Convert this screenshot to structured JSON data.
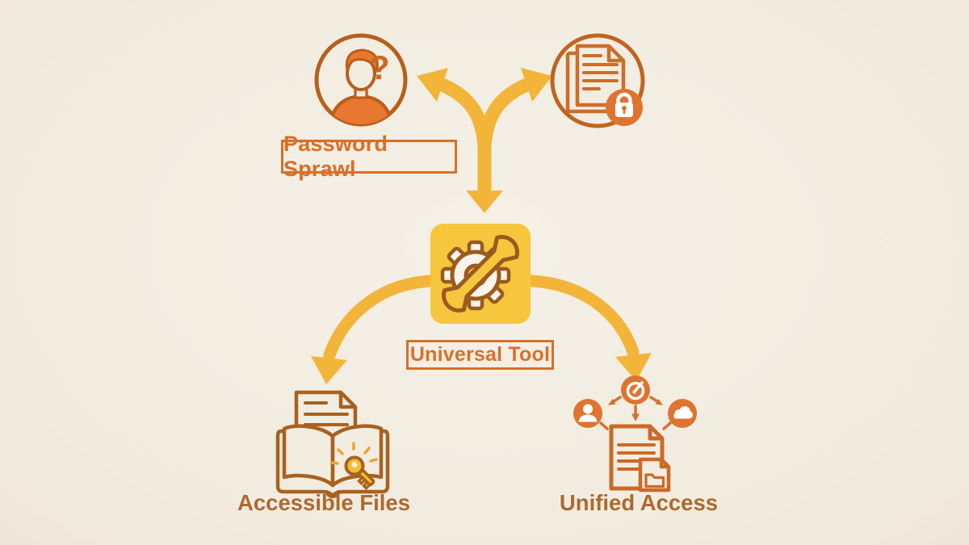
{
  "canvas": {
    "background": "#F2EDE1"
  },
  "palette": {
    "arrow_gold": "#F2B53A",
    "tool_yellow": "#F6C63D",
    "label_orange": "#D8702A",
    "badge_orange": "#DF7430",
    "outline_brown": "#A9611F",
    "label_brown": "#AC6A30",
    "person_orange": "#E8772F",
    "key_gold": "#F0BE35",
    "icon_fill": "#F9F4E9"
  },
  "nodes": {
    "password_sprawl": {
      "label": "Password Sprawl",
      "icon": "confused-user-icon",
      "question_mark": "?"
    },
    "locked_documents": {
      "icon": "locked-documents-icon"
    },
    "universal_tool": {
      "label": "Universal Tool",
      "icon": "gear-wrench-icon"
    },
    "accessible_files": {
      "label": "Accessible Files",
      "icon": "open-book-key-icon"
    },
    "unified_access": {
      "label": "Unified Access",
      "icon": "hub-document-icon"
    }
  },
  "edges": [
    {
      "id": "fork-to-password-sprawl",
      "from": "center-junction",
      "to": "password_sprawl"
    },
    {
      "id": "fork-to-locked-documents",
      "from": "center-junction",
      "to": "locked_documents"
    },
    {
      "id": "fork-to-universal-tool",
      "from": "center-junction",
      "to": "universal_tool"
    },
    {
      "id": "curve-to-accessible-files",
      "from": "universal_tool",
      "to": "accessible_files"
    },
    {
      "id": "curve-to-unified-access",
      "from": "universal_tool",
      "to": "unified_access"
    }
  ]
}
